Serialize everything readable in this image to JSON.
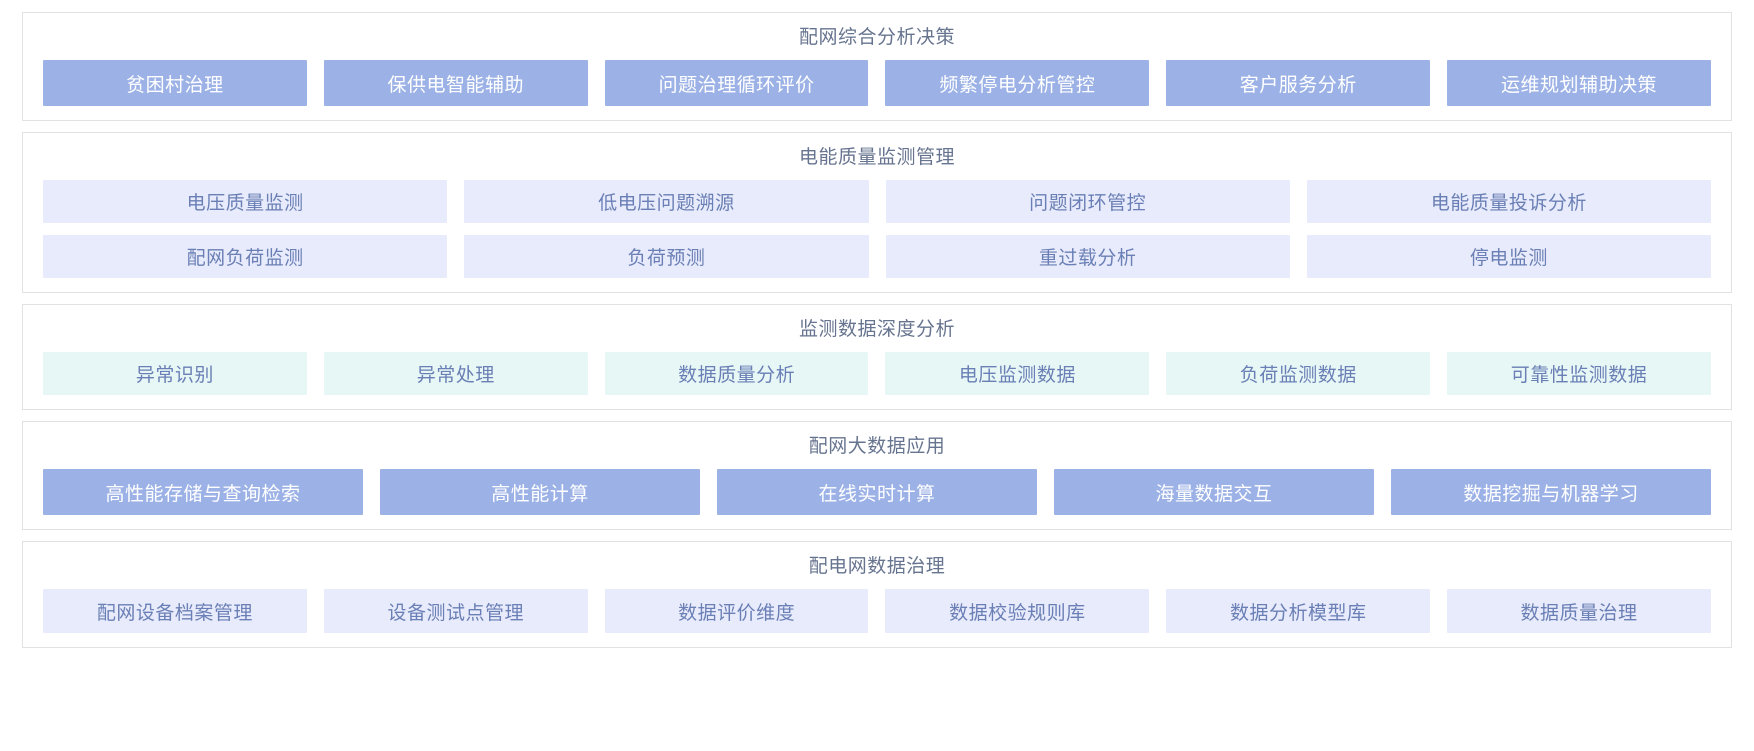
{
  "colors": {
    "chip_blue": "#9cb2e6",
    "chip_lavender": "#e8ebfb",
    "chip_mint": "#e7f7f6",
    "title_text": "#67748f",
    "chip_text_light": "#ffffff",
    "chip_text_blue": "#6a7fb5",
    "panel_border": "#e2e2e2",
    "background": "#ffffff"
  },
  "sections": [
    {
      "id": "decision",
      "title": "配网综合分析决策",
      "style": "blue",
      "rows": [
        [
          "贫困村治理",
          "保供电智能辅助",
          "问题治理循环评价",
          "频繁停电分析管控",
          "客户服务分析",
          "运维规划辅助决策"
        ]
      ]
    },
    {
      "id": "power-quality",
      "title": "电能质量监测管理",
      "style": "lav",
      "rows": [
        [
          "电压质量监测",
          "低电压问题溯源",
          "问题闭环管控",
          "电能质量投诉分析"
        ],
        [
          "配网负荷监测",
          "负荷预测",
          "重过载分析",
          "停电监测"
        ]
      ]
    },
    {
      "id": "deep-analysis",
      "title": "监测数据深度分析",
      "style": "mint",
      "rows": [
        [
          "异常识别",
          "异常处理",
          "数据质量分析",
          "电压监测数据",
          "负荷监测数据",
          "可靠性监测数据"
        ]
      ]
    },
    {
      "id": "big-data",
      "title": "配网大数据应用",
      "style": "blue",
      "rows": [
        [
          "高性能存储与查询检索",
          "高性能计算",
          "在线实时计算",
          "海量数据交互",
          "数据挖掘与机器学习"
        ]
      ]
    },
    {
      "id": "data-governance",
      "title": "配电网数据治理",
      "style": "lav",
      "rows": [
        [
          "配网设备档案管理",
          "设备测试点管理",
          "数据评价维度",
          "数据校验规则库",
          "数据分析模型库",
          "数据质量治理"
        ]
      ]
    }
  ]
}
